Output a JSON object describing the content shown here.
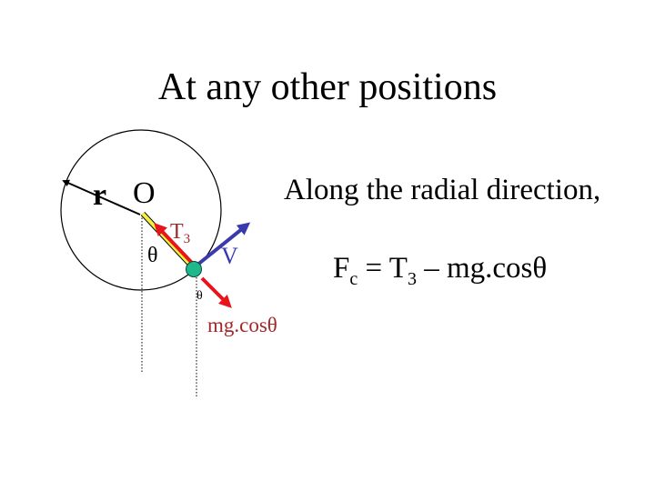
{
  "slide": {
    "title": "At any other positions",
    "radial_label": "Along the radial direction,",
    "equation": {
      "lhs": "F",
      "lhs_sub": "c",
      "eq": " = T",
      "t_sub": "3",
      "rhs": " – mg.cosθ"
    }
  },
  "diagram": {
    "radius_label": "r",
    "center_label": "O",
    "angle_label_top": "θ",
    "angle_label_bottom": "θ",
    "tension_label": "T",
    "tension_sub": "3",
    "velocity_label": "V",
    "weight_component_label": "mg.cosθ",
    "colors": {
      "bob": "#1fb88a",
      "tension_arrow": "#e8141b",
      "weight_arrow": "#e8141b",
      "velocity_arrow": "#3a3ab0",
      "string": "#f5f03c",
      "label_red": "#a0282a",
      "label_blue": "#3a3ab0"
    }
  }
}
